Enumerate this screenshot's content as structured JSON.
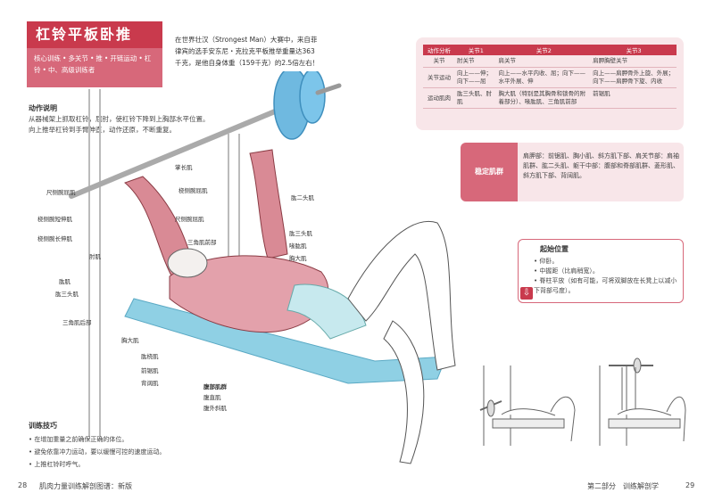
{
  "title": "杠铃平板卧推",
  "tags": [
    "核心训练",
    "多关节",
    "推",
    "开链运动",
    "杠铃",
    "中、高级训练者"
  ],
  "intro": "在世界壮汉（Strongest Man）大赛中，来自菲律宾的选手安东尼・克拉克平板推举重量达363千克，是他自身体重（159千克）的2.5倍左右！",
  "movement": {
    "title": "动作说明",
    "lines": [
      "从器械架上抓取杠铃，屈肘，使杠铃下降到上胸部水平位置。",
      "向上推举杠铃到手臂伸直，动作还原，不断重复。"
    ]
  },
  "table": {
    "headers": [
      "动作分析",
      "关节1",
      "关节2",
      "关节3"
    ],
    "rows": [
      [
        "关节",
        "肘关节",
        "肩关节",
        "肩胛胸壁关节"
      ],
      [
        "关节运动",
        "向上——伸；向下——屈",
        "向上——水平内收、屈；向下——水平外展、伸",
        "向上——肩胛骨外上旋、外展；向下——肩胛骨下旋、内收"
      ],
      [
        "运动肌肉",
        "肱三头肌、肘肌",
        "胸大肌（特别是其胸骨和锁骨的附着部分）、喙肱肌、三角肌前部",
        "前锯肌"
      ]
    ]
  },
  "stabilizers": {
    "label": "稳定肌群",
    "text": "肩胛部：前锯肌、胸小肌、斜方肌下部、肩关节部：肩袖肌群、肱二头肌、躯干中部：腹部和脊部肌群、菱形肌、斜方肌下部、背阔肌。"
  },
  "start": {
    "title": "起始位置",
    "items": [
      "仰卧。",
      "中握距（比肩稍宽）。",
      "脊柱平放（如有可能，可将双脚放在长凳上以减小下背部弓度）。"
    ]
  },
  "tips": {
    "title": "训练技巧",
    "items": [
      "在增加重量之前确保正确的体位。",
      "避免依靠冲力运动，要以缓慢可控的速度运动。",
      "上推杠铃时呼气。"
    ]
  },
  "footer": {
    "left_page": "28",
    "left_text": "肌肉力量训练解剖图谱：新版",
    "right_text": "第二部分　训练解剖学",
    "right_page": "29"
  },
  "labels": {
    "zhangchangji": "掌长肌",
    "naozhuangji_wan": "桡侧腕屈肌",
    "chiceqiwanji": "尺侧腕屈肌",
    "naocewanduan": "桡侧腕短伸肌",
    "naocewanchang": "桡侧腕长伸肌",
    "zhouji": "肘肌",
    "chicewanshen": "尺侧腕伸肌",
    "gongji": "肱肌",
    "gongsantou": "肱三头肌",
    "sanjiaoji_qian": "三角肌前部",
    "sanjiaoji_hou": "三角肌后部",
    "xiongdaji": "胸大肌",
    "qianjuji": "前锯肌",
    "bekuoji": "背阔肌",
    "gongertou": "肱二头肌",
    "gongnaoji": "肱桡肌",
    "hongongji": "喙肱肌",
    "fubu_title": "腹部肌群",
    "fuzhiji": "腹直肌",
    "fuwaixieji": "腹外斜肌"
  },
  "colors": {
    "accent": "#c93a4d",
    "accent_light": "#d7687a",
    "panel": "#f8e6e9"
  }
}
